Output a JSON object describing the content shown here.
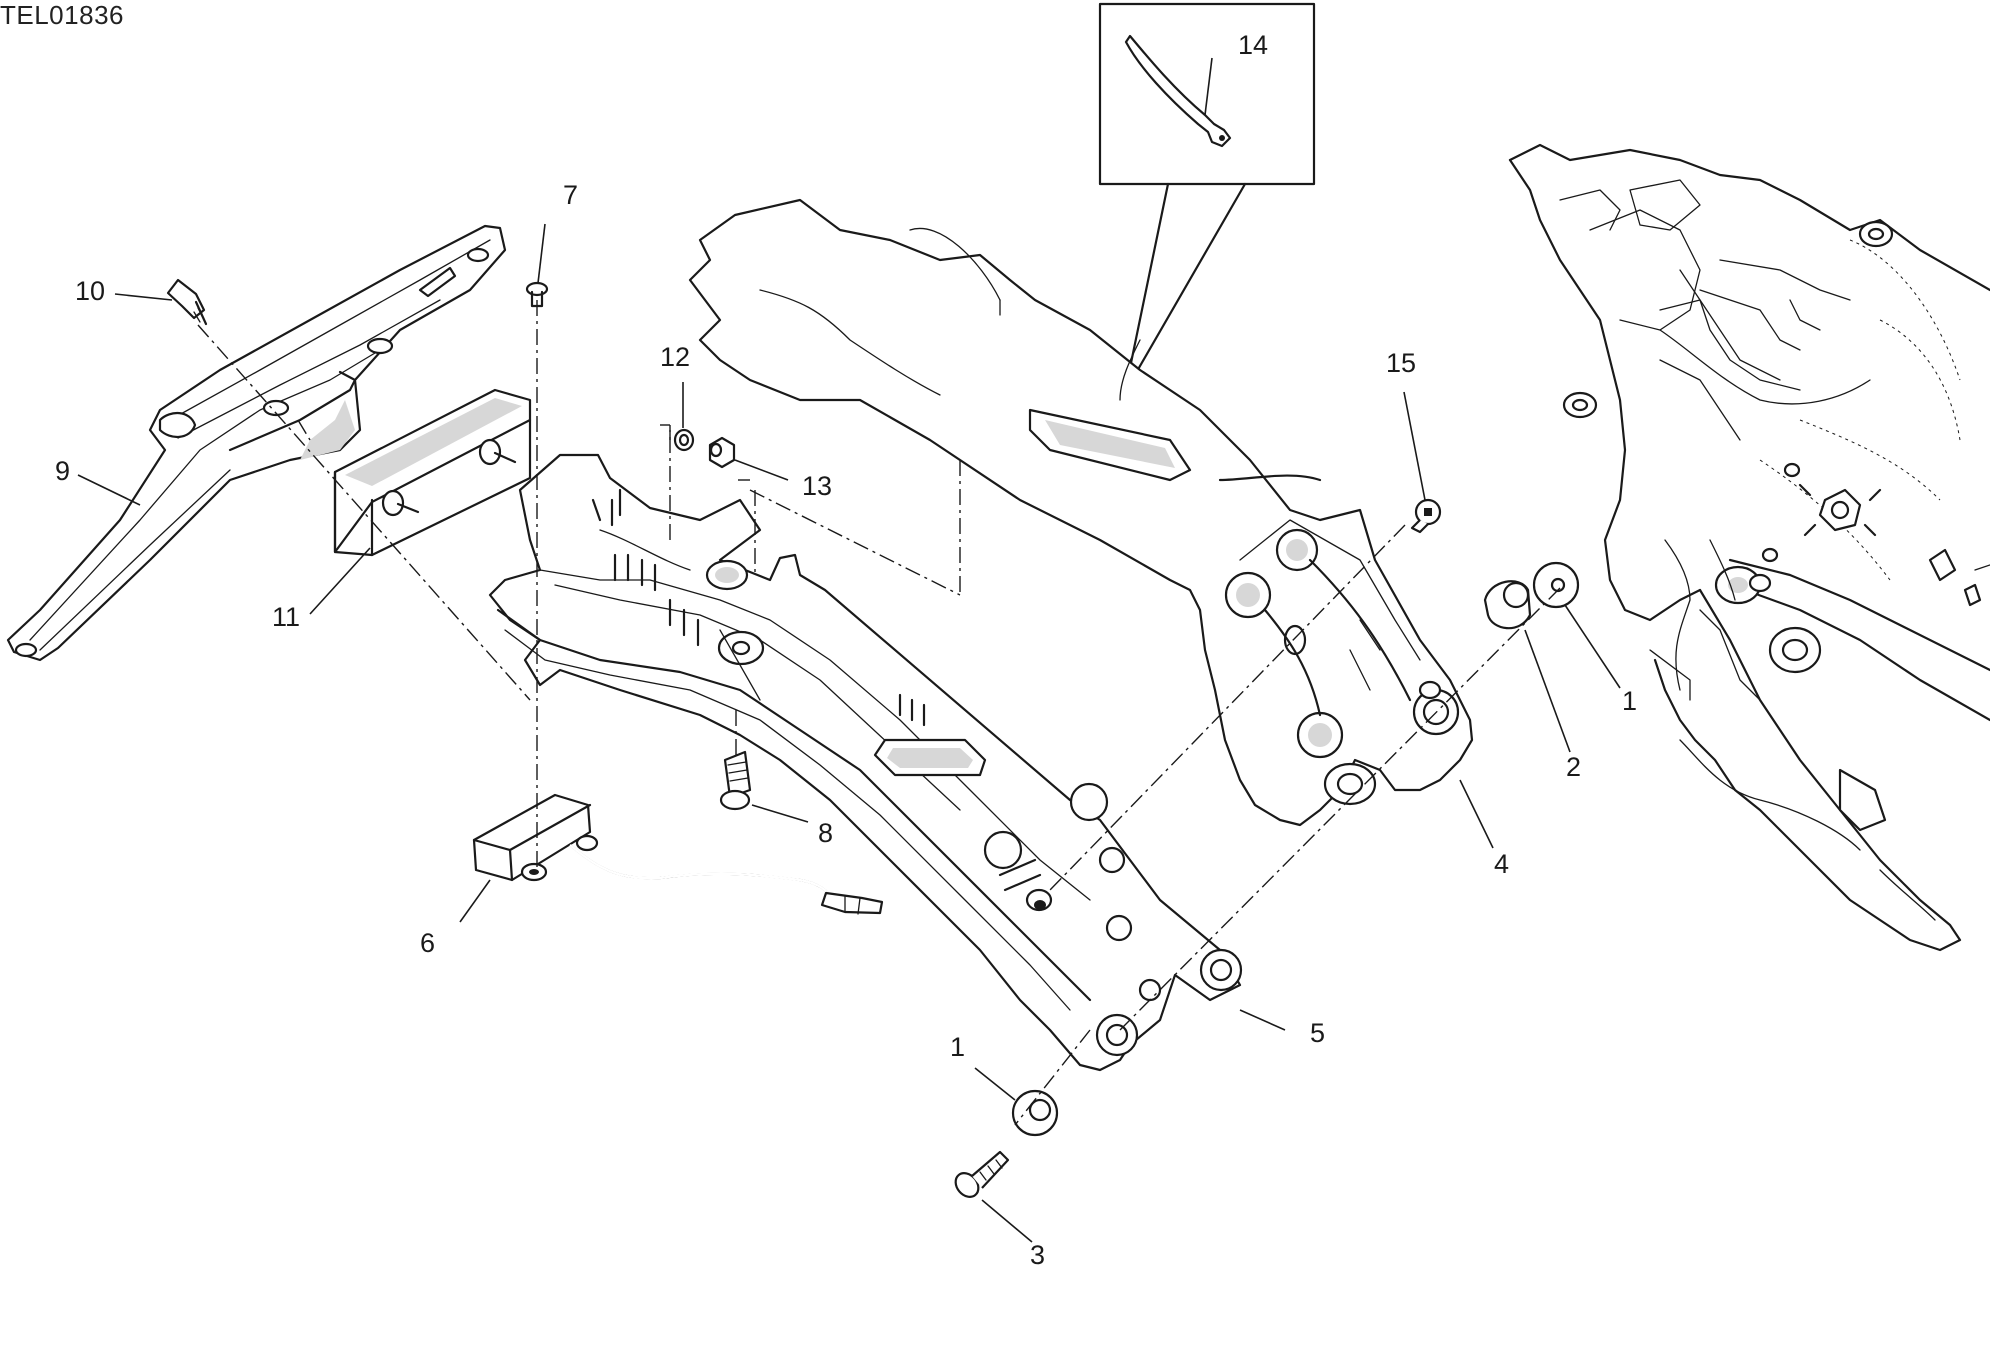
{
  "document": {
    "code": "TEL01836"
  },
  "callouts": [
    {
      "id": "c1a",
      "label": "1"
    },
    {
      "id": "c1b",
      "label": "1"
    },
    {
      "id": "c2",
      "label": "2"
    },
    {
      "id": "c3",
      "label": "3"
    },
    {
      "id": "c4",
      "label": "4"
    },
    {
      "id": "c5",
      "label": "5"
    },
    {
      "id": "c6",
      "label": "6"
    },
    {
      "id": "c7",
      "label": "7"
    },
    {
      "id": "c8",
      "label": "8"
    },
    {
      "id": "c9",
      "label": "9"
    },
    {
      "id": "c10",
      "label": "10"
    },
    {
      "id": "c11",
      "label": "11"
    },
    {
      "id": "c12",
      "label": "12"
    },
    {
      "id": "c13",
      "label": "13"
    },
    {
      "id": "c14",
      "label": "14"
    },
    {
      "id": "c15",
      "label": "15"
    }
  ]
}
